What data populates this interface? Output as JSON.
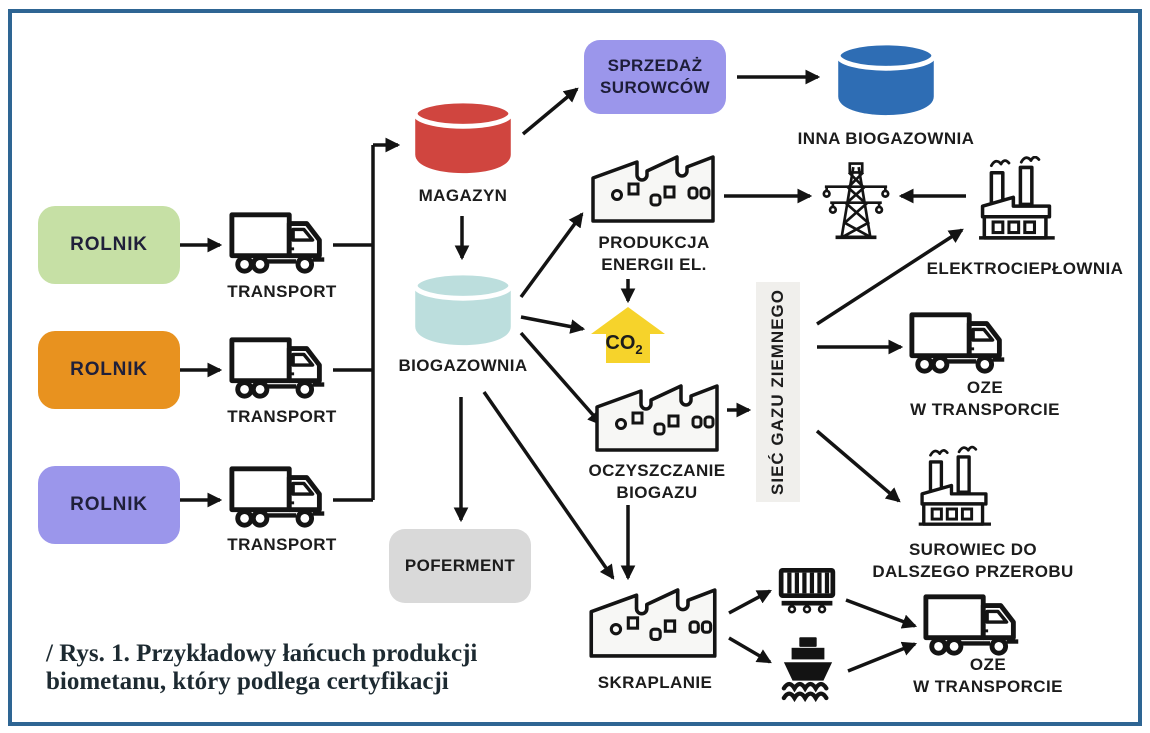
{
  "colors": {
    "border": "#2e6593",
    "arrow": "#131313",
    "rolnik_green": "#c6e0a5",
    "rolnik_orange": "#e8921f",
    "rolnik_purple": "#9b96eb",
    "sprzedaz_purple": "#9b96eb",
    "magazyn_red": "#d0453f",
    "biogazownia_teal": "#bcdedd",
    "inna_biogazownia_blue": "#2e6db4",
    "co2_yellow": "#f6d32b",
    "poferment_gray": "#d9d9d9",
    "siec_gazu_bg": "#f0efec",
    "icon_outline": "#141414",
    "factory_fill": "#f7f7f5"
  },
  "nodes": {
    "rolnik": {
      "label": "ROLNIK"
    },
    "transport": {
      "label": "TRANSPORT"
    },
    "magazyn": {
      "label": "MAGAZYN"
    },
    "biogazownia": {
      "label": "BIOGAZOWNIA"
    },
    "sprzedaz": {
      "line1": "SPRZEDAŻ",
      "line2": "SUROWCÓW"
    },
    "inna_biogazownia": {
      "label": "INNA BIOGAZOWNIA"
    },
    "produkcja": {
      "line1": "PRODUKCJA",
      "line2": "ENERGII EL."
    },
    "co2": {
      "text": "CO",
      "sub": "2"
    },
    "elektrocieplownia": {
      "label": "ELEKTROCIEPŁOWNIA"
    },
    "oczyszczanie": {
      "line1": "OCZYSZCZANIE",
      "line2": "BIOGAZU"
    },
    "siec_gazu": {
      "label": "SIEĆ GAZU ZIEMNEGO"
    },
    "oze_transport": {
      "line1": "OZE",
      "line2": "W TRANSPORCIE"
    },
    "surowiec": {
      "line1": "SUROWIEC DO",
      "line2": "DALSZEGO PRZEROBU"
    },
    "poferment": {
      "label": "POFERMENT"
    },
    "skraplanie": {
      "label": "SKRAPLANIE"
    }
  },
  "edges": [
    [
      "rolnik-1",
      "transport-1"
    ],
    [
      "rolnik-2",
      "transport-2"
    ],
    [
      "rolnik-3",
      "transport-3"
    ],
    [
      "transport-1",
      "magazyn"
    ],
    [
      "transport-2",
      "magazyn"
    ],
    [
      "transport-3",
      "magazyn"
    ],
    [
      "magazyn",
      "sprzedaz-surowcow"
    ],
    [
      "sprzedaz-surowcow",
      "inna-biogazownia"
    ],
    [
      "magazyn",
      "biogazownia"
    ],
    [
      "biogazownia",
      "produkcja-energii-el"
    ],
    [
      "biogazownia",
      "co2"
    ],
    [
      "biogazownia",
      "oczyszczanie-biogazu"
    ],
    [
      "biogazownia",
      "poferment"
    ],
    [
      "biogazownia",
      "skraplanie"
    ],
    [
      "produkcja-energii-el",
      "power-grid-tower"
    ],
    [
      "elektrocieplownia",
      "power-grid-tower"
    ],
    [
      "produkcja-energii-el",
      "co2"
    ],
    [
      "oczyszczanie-biogazu",
      "siec-gazu-ziemnego"
    ],
    [
      "siec-gazu-ziemnego",
      "elektrocieplownia"
    ],
    [
      "siec-gazu-ziemnego",
      "oze-w-transporcie-1"
    ],
    [
      "siec-gazu-ziemnego",
      "surowiec-do-dalszego-przerobu"
    ],
    [
      "oczyszczanie-biogazu",
      "skraplanie"
    ],
    [
      "skraplanie",
      "train"
    ],
    [
      "skraplanie",
      "ship"
    ],
    [
      "train",
      "oze-w-transporcie-2"
    ],
    [
      "ship",
      "oze-w-transporcie-2"
    ]
  ],
  "caption": {
    "line1": "/  Rys. 1. Przykładowy łańcuch produkcji",
    "line2": "biometanu, który podlega certyfikacji"
  }
}
